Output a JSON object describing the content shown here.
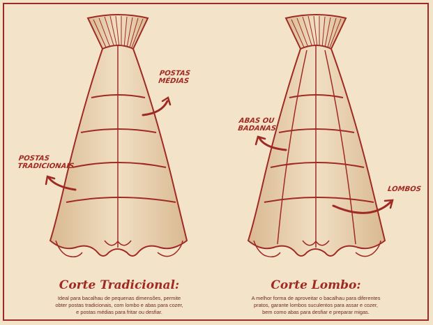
{
  "colors": {
    "accent": "#9e2a23",
    "background": "#f3e3c8",
    "fish_fill": "#ecd6b6"
  },
  "left": {
    "labels": [
      {
        "line1": "POSTAS",
        "line2": "MÉDIAS"
      },
      {
        "line1": "POSTAS",
        "line2": "TRADICIONAIS"
      }
    ],
    "title": "Corte Tradicional:",
    "desc": [
      "Ideal para bacalhau de pequenas dimensões, permite",
      "obter postas tradicionais, com lombo e abas para cozer,",
      "e postas médias para fritar ou desfiar."
    ]
  },
  "right": {
    "labels": [
      {
        "line1": "ABAS OU",
        "line2": "BADANAS"
      },
      {
        "line1": "LOMBOS",
        "line2": ""
      }
    ],
    "title": "Corte Lombo:",
    "desc": [
      "A melhor forma de aproveitar o bacalhau para diferentes",
      "pratos, garante lombos suculentos para assar e cozer,",
      "bem como abas para desfiar e preparar migas."
    ]
  }
}
